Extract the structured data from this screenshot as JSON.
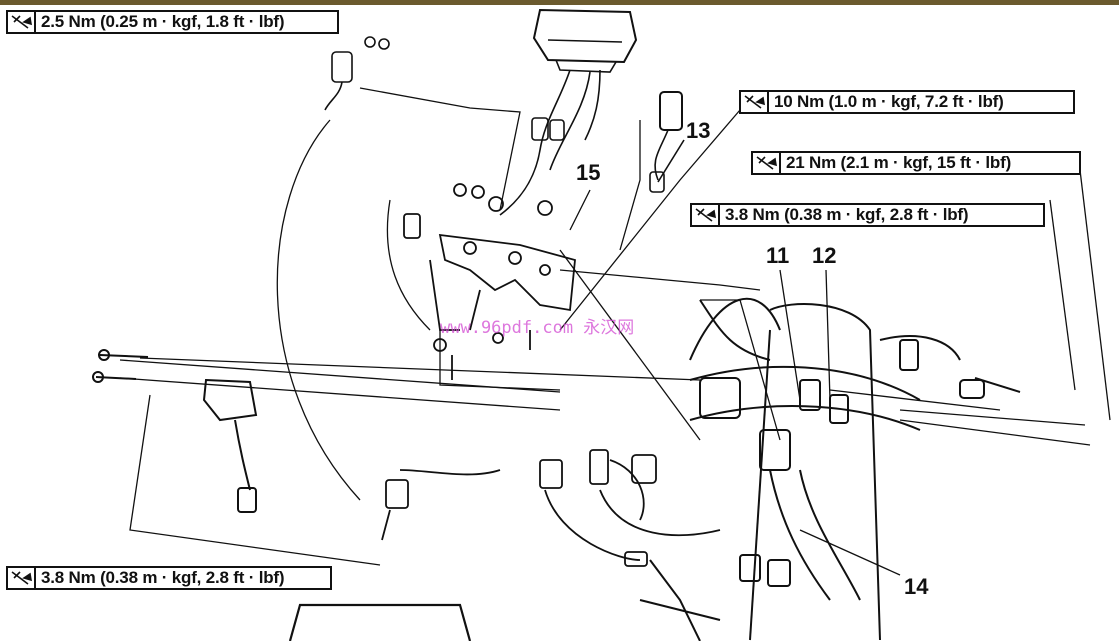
{
  "torque_specs": [
    "2.5 Nm (0.25 m · kgf, 1.8 ft · lbf)",
    "10 Nm (1.0 m · kgf, 7.2 ft · lbf)",
    "21 Nm (2.1 m · kgf, 15 ft · lbf)",
    "3.8 Nm (0.38 m · kgf, 2.8 ft · lbf)",
    "3.8 Nm (0.38 m · kgf, 2.8 ft · lbf)"
  ],
  "callouts": [
    "13",
    "15",
    "11",
    "12",
    "14"
  ],
  "watermark": "www.96pdf.com 永汉网",
  "colors": {
    "frame_bar": "#6b5a2e",
    "watermark": "#d24ad2",
    "ink": "#111111"
  },
  "icon_name": "torque-wrench-icon"
}
